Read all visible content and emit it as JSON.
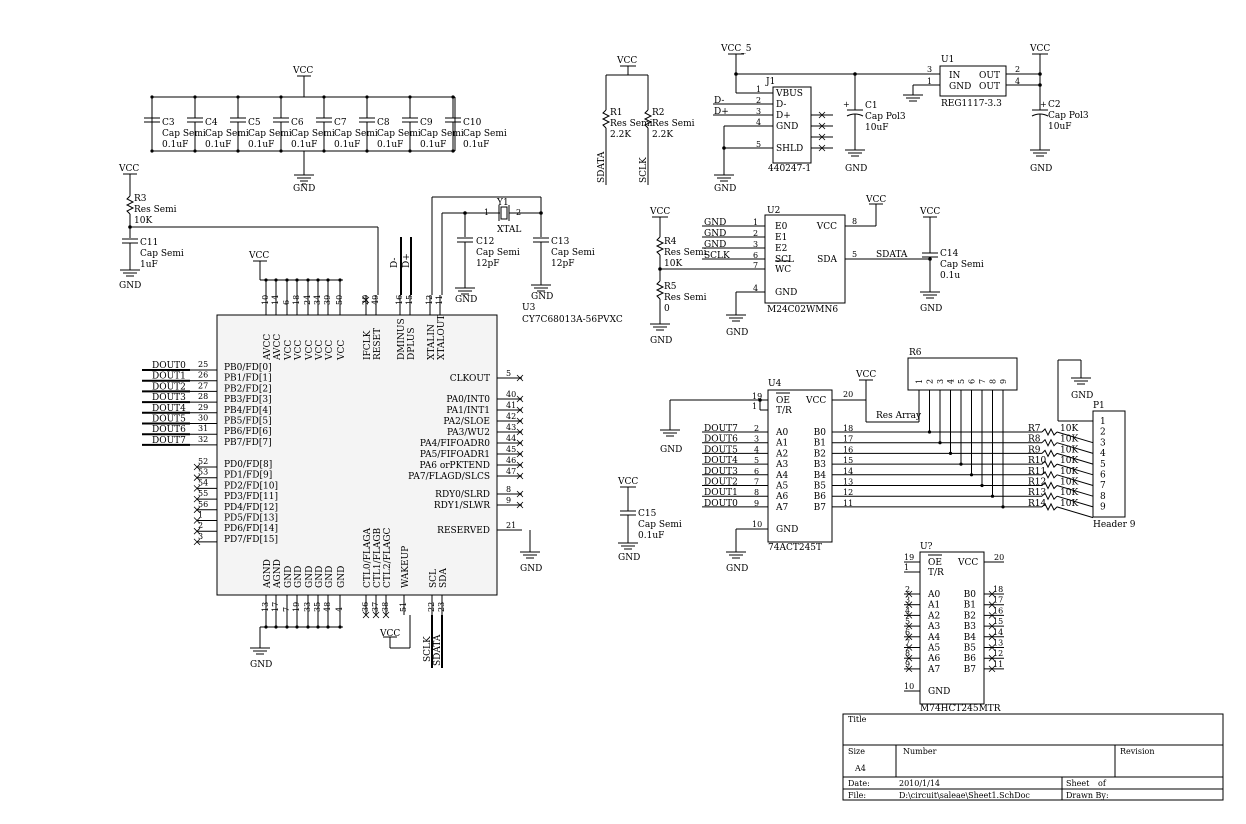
{
  "labels": {
    "vcc": "VCC",
    "vcc5": "VCC_5",
    "gnd": "GND",
    "cap_semi": "Cap Semi",
    "cap_pol3": "Cap Pol3",
    "res_semi": "Res Semi",
    "res_array": "Res Array",
    "val_01uf": "0.1uF",
    "val_1uf": "1uF",
    "val_12pf": "12pF",
    "val_10uf": "10uF",
    "val_01u": "0.1u",
    "val_10k": "10K",
    "val_22k": "2.2K",
    "val_0": "0",
    "xtal": "XTAL",
    "sdata": "SDATA",
    "sclk": "SCLK",
    "dminus": "D-",
    "dplus": "D+"
  },
  "caps": [
    "C3",
    "C4",
    "C5",
    "C6",
    "C7",
    "C8",
    "C9",
    "C10"
  ],
  "components": {
    "c11": "C11",
    "c12": "C12",
    "c13": "C13",
    "c14": "C14",
    "c15": "C15",
    "c1": "C1",
    "c2": "C2",
    "r1": "R1",
    "r2": "R2",
    "r3": "R3",
    "r4": "R4",
    "r5": "R5",
    "r6": "R6",
    "y1": "Y1",
    "p1": "P1",
    "header9": "Header 9"
  },
  "u3": {
    "ref": "U3",
    "part": "CY7C68013A-56PVXC",
    "top_pins": [
      {
        "num": "10",
        "name": "AVCC"
      },
      {
        "num": "14",
        "name": "AVCC"
      },
      {
        "num": "6",
        "name": "VCC"
      },
      {
        "num": "18",
        "name": "VCC"
      },
      {
        "num": "24",
        "name": "VCC"
      },
      {
        "num": "34",
        "name": "VCC"
      },
      {
        "num": "39",
        "name": "VCC"
      },
      {
        "num": "50",
        "name": "VCC"
      },
      {
        "num": "20",
        "name": "IFCLK"
      },
      {
        "num": "49",
        "name": "RESET"
      },
      {
        "num": "16",
        "name": "DMINUS"
      },
      {
        "num": "15",
        "name": "DPLUS"
      },
      {
        "num": "12",
        "name": "XTALIN"
      },
      {
        "num": "11",
        "name": "XTALOUT"
      }
    ],
    "left_pins": [
      {
        "num": "25",
        "name": "PB0/FD[0]",
        "net": "DOUT0"
      },
      {
        "num": "26",
        "name": "PB1/FD[1]",
        "net": "DOUT1"
      },
      {
        "num": "27",
        "name": "PB2/FD[2]",
        "net": "DOUT2"
      },
      {
        "num": "28",
        "name": "PB3/FD[3]",
        "net": "DOUT3"
      },
      {
        "num": "29",
        "name": "PB4/FD[4]",
        "net": "DOUT4"
      },
      {
        "num": "30",
        "name": "PB5/FD[5]",
        "net": "DOUT5"
      },
      {
        "num": "31",
        "name": "PB6/FD[6]",
        "net": "DOUT6"
      },
      {
        "num": "32",
        "name": "PB7/FD[7]",
        "net": "DOUT7"
      },
      {
        "num": "52",
        "name": "PD0/FD[8]",
        "net": ""
      },
      {
        "num": "53",
        "name": "PD1/FD[9]",
        "net": ""
      },
      {
        "num": "54",
        "name": "PD2/FD[10]",
        "net": ""
      },
      {
        "num": "55",
        "name": "PD3/FD[11]",
        "net": ""
      },
      {
        "num": "56",
        "name": "PD4/FD[12]",
        "net": ""
      },
      {
        "num": "1",
        "name": "PD5/FD[13]",
        "net": ""
      },
      {
        "num": "2",
        "name": "PD6/FD[14]",
        "net": ""
      },
      {
        "num": "3",
        "name": "PD7/FD[15]",
        "net": ""
      }
    ],
    "right_pins": [
      {
        "num": "5",
        "name": "CLKOUT"
      },
      {
        "num": "40",
        "name": "PA0/INT0"
      },
      {
        "num": "41",
        "name": "PA1/INT1"
      },
      {
        "num": "42",
        "name": "PA2/SLOE"
      },
      {
        "num": "43",
        "name": "PA3/WU2"
      },
      {
        "num": "44",
        "name": "PA4/FIFOADR0"
      },
      {
        "num": "45",
        "name": "PA5/FIFOADR1"
      },
      {
        "num": "46",
        "name": "PA6 orPKTEND"
      },
      {
        "num": "47",
        "name": "PA7/FLAGD/SLCS"
      },
      {
        "num": "8",
        "name": "RDY0/SLRD"
      },
      {
        "num": "9",
        "name": "RDY1/SLWR"
      },
      {
        "num": "21",
        "name": "RESERVED"
      }
    ],
    "bottom_pins": [
      {
        "num": "13",
        "name": "AGND"
      },
      {
        "num": "17",
        "name": "AGND"
      },
      {
        "num": "7",
        "name": "GND"
      },
      {
        "num": "19",
        "name": "GND"
      },
      {
        "num": "33",
        "name": "GND"
      },
      {
        "num": "35",
        "name": "GND"
      },
      {
        "num": "48",
        "name": "GND"
      },
      {
        "num": "4",
        "name": "GND"
      },
      {
        "num": "36",
        "name": "CTL0/FLAGA"
      },
      {
        "num": "37",
        "name": "CTL1/FLAGB"
      },
      {
        "num": "38",
        "name": "CTL2/FLAGC"
      },
      {
        "num": "51",
        "name": "WAKEUP"
      },
      {
        "num": "22",
        "name": "SCL"
      },
      {
        "num": "23",
        "name": "SDA"
      }
    ]
  },
  "j1": {
    "ref": "J1",
    "part": "440247-1",
    "pins": [
      {
        "num": "1",
        "name": "VBUS"
      },
      {
        "num": "2",
        "name": "D-"
      },
      {
        "num": "3",
        "name": "D+"
      },
      {
        "num": "4",
        "name": "GND"
      },
      {
        "num": "5",
        "name": "SHLD"
      }
    ]
  },
  "u1": {
    "ref": "U1",
    "part": "REG1117-3.3",
    "pins": [
      {
        "num": "3",
        "name": "IN"
      },
      {
        "num": "1",
        "name": "GND"
      },
      {
        "num": "2",
        "name": "OUT"
      },
      {
        "num": "4",
        "name": "OUT"
      }
    ]
  },
  "u2": {
    "ref": "U2",
    "part": "M24C02WMN6",
    "left": [
      {
        "num": "1",
        "name": "E0",
        "net": "GND"
      },
      {
        "num": "2",
        "name": "E1",
        "net": "GND"
      },
      {
        "num": "3",
        "name": "E2",
        "net": "GND"
      },
      {
        "num": "6",
        "name": "SCL",
        "net": "SCLK"
      },
      {
        "num": "7",
        "name": "WC",
        "net": ""
      },
      {
        "num": "4",
        "name": "GND",
        "net": ""
      }
    ],
    "right": [
      {
        "num": "8",
        "name": "VCC"
      },
      {
        "num": "5",
        "name": "SDA"
      }
    ]
  },
  "u4": {
    "ref": "U4",
    "part": "74ACT245T",
    "ctrl": [
      {
        "num": "19",
        "name": "OE"
      },
      {
        "num": "1",
        "name": "T/R"
      }
    ],
    "a": [
      {
        "num": "2",
        "name": "A0",
        "net": "DOUT7"
      },
      {
        "num": "3",
        "name": "A1",
        "net": "DOUT6"
      },
      {
        "num": "4",
        "name": "A2",
        "net": "DOUT5"
      },
      {
        "num": "5",
        "name": "A3",
        "net": "DOUT4"
      },
      {
        "num": "6",
        "name": "A4",
        "net": "DOUT3"
      },
      {
        "num": "7",
        "name": "A5",
        "net": "DOUT2"
      },
      {
        "num": "8",
        "name": "A6",
        "net": "DOUT1"
      },
      {
        "num": "9",
        "name": "A7",
        "net": "DOUT0"
      }
    ],
    "b": [
      {
        "num": "18",
        "name": "B0"
      },
      {
        "num": "17",
        "name": "B1"
      },
      {
        "num": "16",
        "name": "B2"
      },
      {
        "num": "15",
        "name": "B3"
      },
      {
        "num": "14",
        "name": "B4"
      },
      {
        "num": "13",
        "name": "B5"
      },
      {
        "num": "12",
        "name": "B6"
      },
      {
        "num": "11",
        "name": "B7"
      }
    ],
    "vcc_pin": "20",
    "gnd_pin": "10"
  },
  "u_unk": {
    "ref": "U?",
    "part": "M74HCT245MTR",
    "ctrl": [
      {
        "num": "19",
        "name": "OE"
      },
      {
        "num": "1",
        "name": "T/R"
      }
    ],
    "a": [
      {
        "num": "2",
        "name": "A0"
      },
      {
        "num": "3",
        "name": "A1"
      },
      {
        "num": "4",
        "name": "A2"
      },
      {
        "num": "5",
        "name": "A3"
      },
      {
        "num": "6",
        "name": "A4"
      },
      {
        "num": "7",
        "name": "A5"
      },
      {
        "num": "8",
        "name": "A6"
      },
      {
        "num": "9",
        "name": "A7"
      }
    ],
    "b": [
      {
        "num": "18",
        "name": "B0"
      },
      {
        "num": "17",
        "name": "B1"
      },
      {
        "num": "16",
        "name": "B2"
      },
      {
        "num": "15",
        "name": "B3"
      },
      {
        "num": "14",
        "name": "B4"
      },
      {
        "num": "13",
        "name": "B5"
      },
      {
        "num": "12",
        "name": "B6"
      },
      {
        "num": "11",
        "name": "B7"
      }
    ],
    "vcc_pin": "20",
    "gnd_pin": "10"
  },
  "r6_pins": [
    "1",
    "2",
    "3",
    "4",
    "5",
    "6",
    "7",
    "8",
    "9"
  ],
  "resistors": [
    "R7",
    "R8",
    "R9",
    "R10",
    "R11",
    "R12",
    "R13",
    "R14"
  ],
  "p1_pins": [
    "1",
    "2",
    "3",
    "4",
    "5",
    "6",
    "7",
    "8",
    "9"
  ],
  "title_block": {
    "title_label": "Title",
    "size_label": "Size",
    "size_value": "A4",
    "number_label": "Number",
    "revision_label": "Revision",
    "date_label": "Date:",
    "date_value": "2010/1/14",
    "sheet_label": "Sheet",
    "sheet_of": "of",
    "file_label": "File:",
    "file_value": "D:\\circuit\\saleae\\Sheet1.SchDoc",
    "drawn_label": "Drawn By:"
  }
}
